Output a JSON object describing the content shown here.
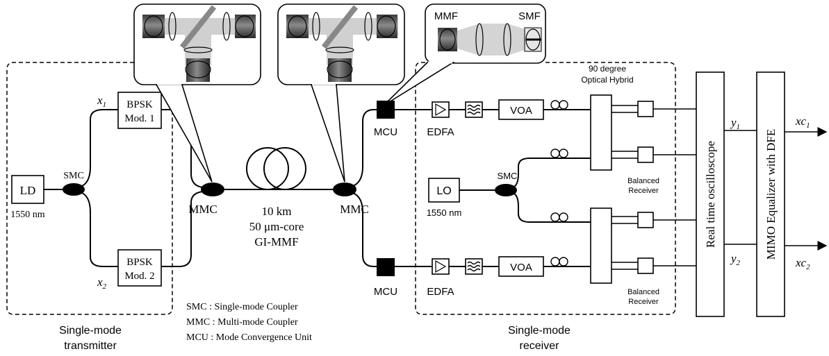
{
  "transmitter": {
    "ld_label": "LD",
    "ld_wavelength": "1550 nm",
    "smc_label": "SMC",
    "x1_var": "x",
    "x1_sub": "1",
    "x2_var": "x",
    "x2_sub": "2",
    "mod1_line1": "BPSK",
    "mod1_line2": "Mod. 1",
    "mod2_line1": "BPSK",
    "mod2_line2": "Mod. 2",
    "caption_line1": "Single-mode",
    "caption_line2": "transmitter"
  },
  "link": {
    "mmc_left": "MMC",
    "mmc_right": "MMC",
    "fiber_line1": "10 km",
    "fiber_line2": "50 μm-core",
    "fiber_line3": "GI-MMF"
  },
  "legend": {
    "smc": "SMC : Single-mode Coupler",
    "mmc": "MMC : Multi-mode Coupler",
    "mcu": "MCU : Mode Convergence Unit"
  },
  "receiver": {
    "mcu_top": "MCU",
    "mcu_bottom": "MCU",
    "edfa_top": "EDFA",
    "edfa_bottom": "EDFA",
    "voa_top": "VOA",
    "voa_bottom": "VOA",
    "lo_label": "LO",
    "lo_wavelength": "1550 nm",
    "smc_label": "SMC",
    "hybrid_line1": "90 degree",
    "hybrid_line2": "Optical Hybrid",
    "balanced_top_1": "Balanced",
    "balanced_top_2": "Receiver",
    "balanced_bottom_1": "Balanced",
    "balanced_bottom_2": "Receiver",
    "caption_line1": "Single-mode",
    "caption_line2": "receiver"
  },
  "processing": {
    "oscilloscope": "Real time oscilloscope",
    "equalizer": "MIMO Equalizer with DFE",
    "y1_var": "y",
    "y1_sub": "1",
    "y2_var": "y",
    "y2_sub": "2",
    "xc1_var": "xc",
    "xc1_sub": "1",
    "xc2_var": "xc",
    "xc2_sub": "2"
  },
  "insets": {
    "mmf_label": "MMF",
    "smf_label": "SMF"
  }
}
